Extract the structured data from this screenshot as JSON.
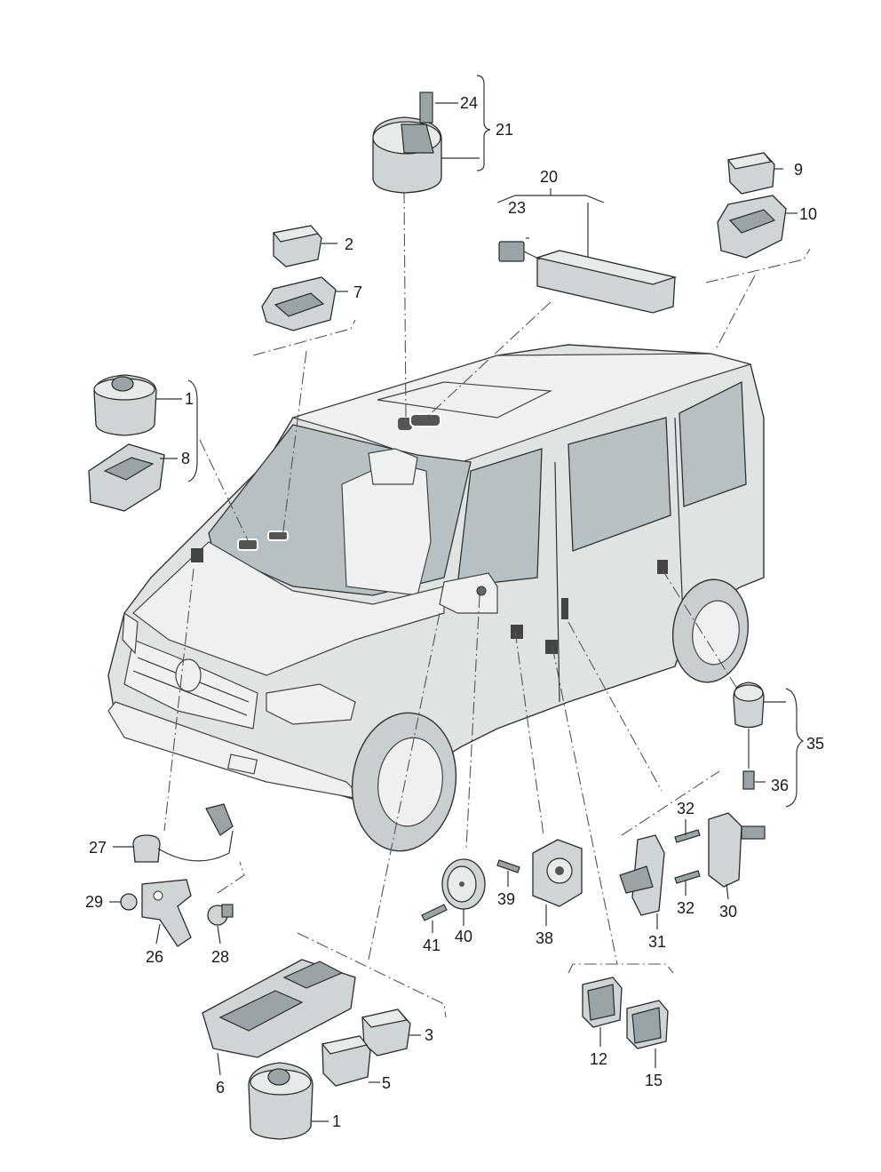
{
  "labels": {
    "l1a": "1",
    "l1b": "1",
    "l2": "2",
    "l3": "3",
    "l5": "5",
    "l6": "6",
    "l7": "7",
    "l8": "8",
    "l9": "9",
    "l10": "10",
    "l12": "12",
    "l15": "15",
    "l20": "20",
    "l21": "21",
    "l23": "23",
    "l24": "24",
    "l26": "26",
    "l27": "27",
    "l28": "28",
    "l29": "29",
    "l30": "30",
    "l31": "31",
    "l32a": "32",
    "l32b": "32",
    "l35": "35",
    "l36": "36",
    "l38": "38",
    "l39": "39",
    "l40": "40",
    "l41": "41"
  }
}
